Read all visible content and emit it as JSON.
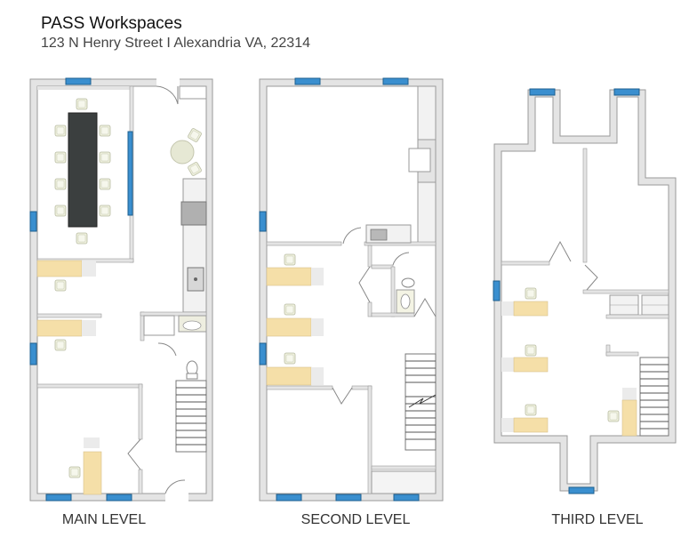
{
  "header": {
    "title": "PASS Workspaces",
    "address": "123 N Henry Street  I  Alexandria VA, 22314"
  },
  "levels": [
    {
      "label": "MAIN LEVEL"
    },
    {
      "label": "SECOND LEVEL"
    },
    {
      "label": "THIRD LEVEL"
    }
  ],
  "colors": {
    "wall": "#e4e4e4",
    "wall_edge": "#9a9a9a",
    "window": "#3a8fcf",
    "desk": "#f5dfa8",
    "chair": "#eef0dc",
    "conference_table": "#3b3f3f",
    "counter": "#bdbdbd"
  }
}
